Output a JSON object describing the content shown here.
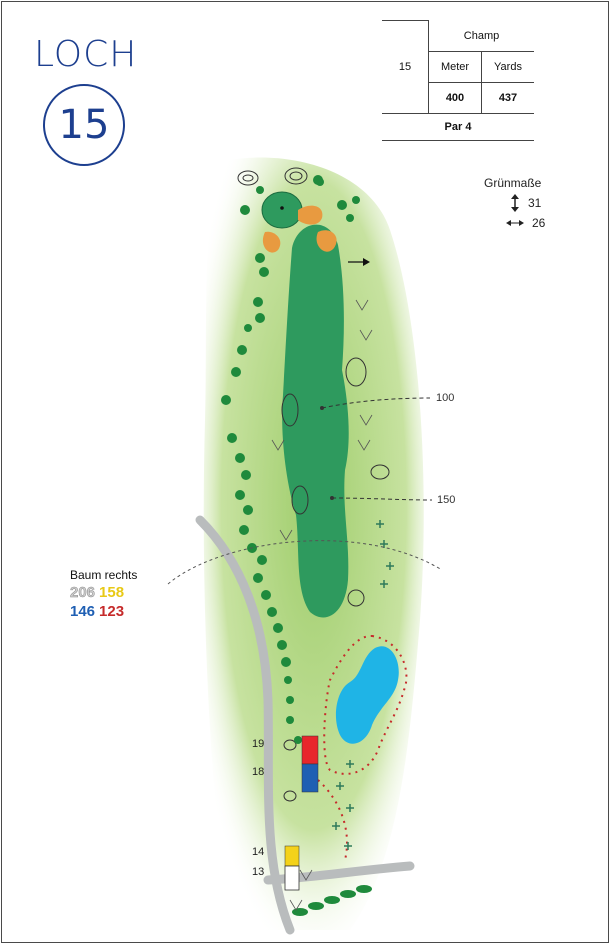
{
  "hole": {
    "label": "LOCH",
    "number": "15"
  },
  "scorecard": {
    "hole": "15",
    "tee_name": "Champ",
    "col_meter": "Meter",
    "col_yards": "Yards",
    "meter": "400",
    "yards": "437",
    "par": "Par 4"
  },
  "green": {
    "title": "Grünmaße",
    "depth": "31",
    "width": "26",
    "depth_icon": "vertical-double-arrow-icon",
    "width_icon": "horizontal-double-arrow-icon"
  },
  "distances": {
    "d100": "100",
    "d150": "150"
  },
  "tees": {
    "t19": "19",
    "t18": "18",
    "t14": "14",
    "t13": "13"
  },
  "baum": {
    "label": "Baum rechts",
    "white": "206",
    "yellow": "158",
    "blue": "146",
    "red": "123"
  },
  "colors": {
    "accent": "#1d3f8f",
    "fairway": "#2e9a5e",
    "rough": "#bcd98c",
    "water": "#1fb4e6",
    "bunker": "#e89a40",
    "tree": "#1f8a3c",
    "tee_red": "#e8262c",
    "tee_blue": "#1f5fb3",
    "tee_yellow": "#f4d21a",
    "tee_white": "#ffffff",
    "baum_white": "#cfcfcf",
    "baum_yellow": "#e8c916",
    "baum_blue": "#1f5fb3",
    "baum_red": "#c62b2b"
  }
}
